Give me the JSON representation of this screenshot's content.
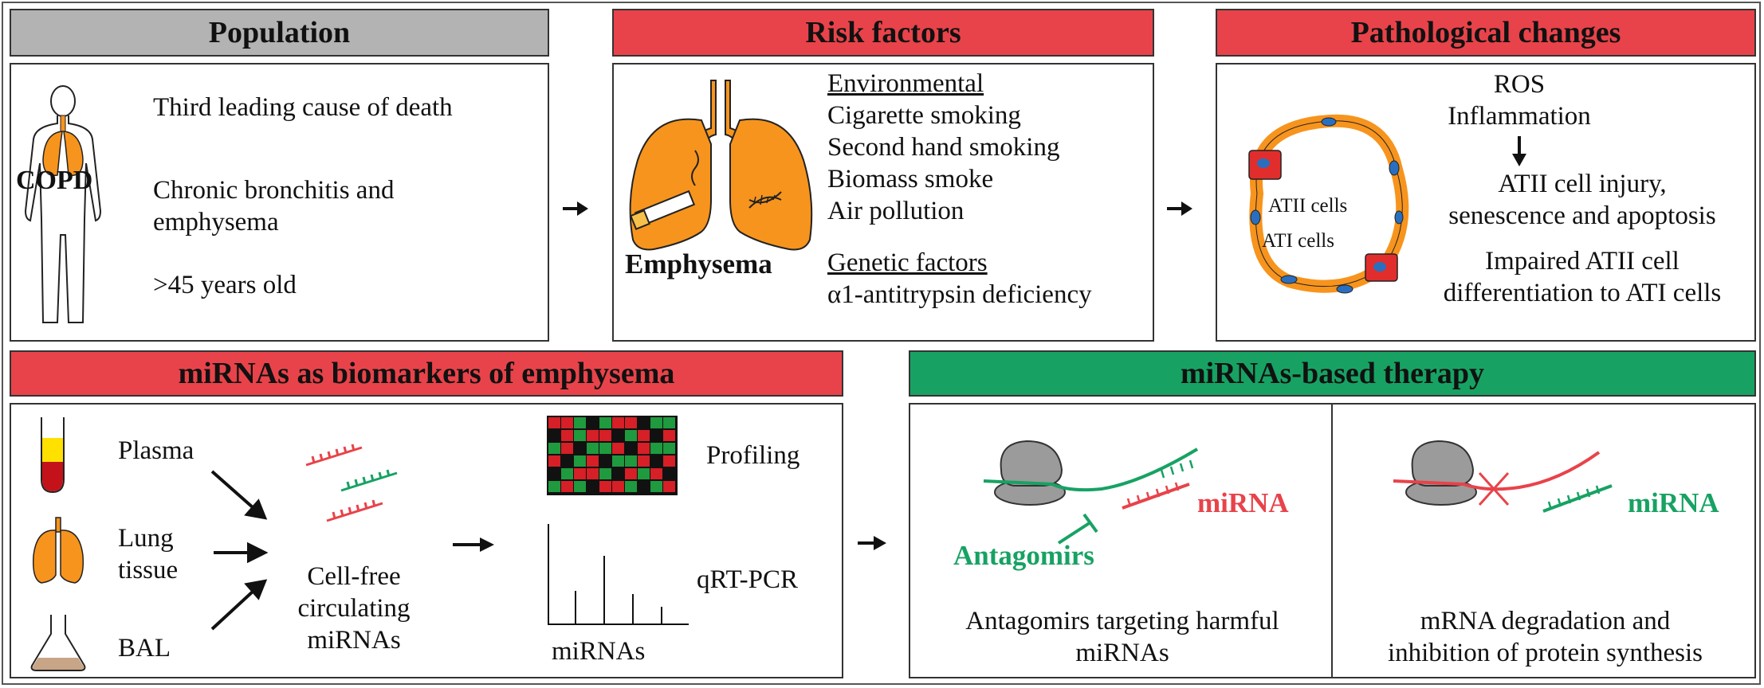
{
  "population": {
    "title": "Population",
    "copd": "COPD",
    "lines": [
      "Third leading cause of death",
      "Chronic bronchitis and",
      "emphysema",
      ">45 years old"
    ]
  },
  "risk": {
    "title": "Risk factors",
    "emphysema": "Emphysema",
    "env_title": "Environmental",
    "env_items": [
      "Cigarette smoking",
      "Second hand smoking",
      "Biomass smoke",
      "Air pollution"
    ],
    "gen_title": "Genetic factors",
    "gen_items": [
      "α1-antitrypsin deficiency"
    ]
  },
  "pathology": {
    "title": "Pathological changes",
    "atii_label": "ATII cells",
    "ati_label": "ATI cells",
    "lines": [
      "ROS",
      "Inflammation",
      "ATII cell injury,",
      "senescence and apoptosis",
      "Impaired ATII cell",
      "differentiation to ATI cells"
    ]
  },
  "biomarkers": {
    "title": "miRNAs as biomarkers of emphysema",
    "sources": [
      "Plasma",
      "Lung",
      "tissue",
      "BAL"
    ],
    "cellfree": [
      "Cell-free",
      "circulating",
      "miRNAs"
    ],
    "profiling": "Profiling",
    "qrtpcr": "qRT-PCR",
    "mirnas_axis": "miRNAs"
  },
  "therapy": {
    "title": "miRNAs-based therapy",
    "mirna_label_left": "miRNA",
    "antagomirs": "Antagomirs",
    "left_caption": [
      "Antagomirs targeting harmful",
      "miRNAs"
    ],
    "mirna_label_right": "miRNA",
    "right_caption": [
      "mRNA degradation and",
      "inhibition of protein synthesis"
    ]
  },
  "colors": {
    "red": "#e8434a",
    "green": "#17a263",
    "gray": "#b3b3b3",
    "orange": "#f7941d"
  }
}
